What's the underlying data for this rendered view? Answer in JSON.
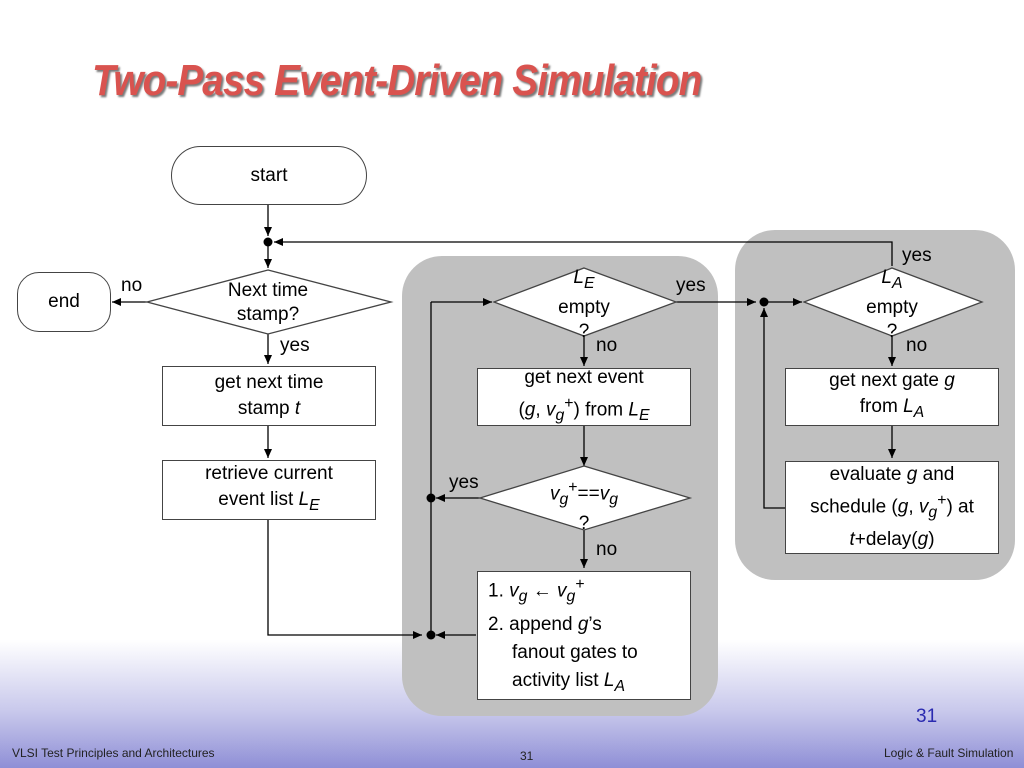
{
  "slide": {
    "title": "Two-Pass Event-Driven Simulation",
    "page_number": "31"
  },
  "flowchart": {
    "start": "start",
    "end": "end",
    "decision_time": {
      "line1": "Next  time",
      "line2": "stamp?"
    },
    "step_get_time": {
      "line1": "get next time",
      "line2_prefix": "stamp ",
      "line2_var": "t"
    },
    "step_retrieve": {
      "line1": "retrieve current",
      "line2_prefix": "event list ",
      "line2_var": "L",
      "line2_sub": "E"
    },
    "decision_le": {
      "var": "L",
      "sub": "E",
      "line2": "empty",
      "line3": "?"
    },
    "step_get_event": {
      "line1": "get next event",
      "line2_open": "(",
      "g": "g",
      "comma": ", ",
      "v": "v",
      "vsub": "g",
      "vsup": "+",
      "line2_close": ") from ",
      "L": "L",
      "Lsub": "E"
    },
    "decision_v": {
      "v1": "v",
      "v1sub": "g",
      "v1sup": "+",
      "eq": "==",
      "v2": "v",
      "v2sub": "g",
      "line2": "?"
    },
    "step_update": {
      "l1_num": "1. ",
      "l1_v": "v",
      "l1_vsub": "g",
      "l1_arrow": " ← ",
      "l1_v2": "v",
      "l1_v2sub": "g",
      "l1_v2sup": "+",
      "l2_num": "2. append ",
      "l2_g": "g",
      "l2_rest": "’s",
      "l3": "fanout gates to",
      "l4_prefix": "activity list ",
      "l4_L": "L",
      "l4_sub": "A"
    },
    "decision_la": {
      "var": "L",
      "sub": "A",
      "line2": "empty",
      "line3": "?"
    },
    "step_get_gate": {
      "line1_prefix": "get next gate ",
      "line1_g": "g",
      "line2_prefix": "from ",
      "line2_L": "L",
      "line2_sub": "A"
    },
    "step_evaluate": {
      "l1_prefix": "evaluate ",
      "l1_g": "g",
      "l1_suffix": " and",
      "l2_prefix": "schedule (",
      "l2_g": "g",
      "l2_comma": ", ",
      "l2_v": "v",
      "l2_vsub": "g",
      "l2_vsup": "+",
      "l2_suffix": ") at",
      "l3_t": "t",
      "l3_mid": "+delay(",
      "l3_g": "g",
      "l3_end": ")"
    },
    "labels": {
      "no_end": "no",
      "yes_time": "yes",
      "yes_le": "yes",
      "no_le": "no",
      "yes_v": "yes",
      "no_v": "no",
      "yes_la": "yes",
      "no_la": "no"
    }
  },
  "footer": {
    "left": "VLSI Test Principles and Architectures",
    "center": "31",
    "right": "Logic & Fault Simulation"
  },
  "colors": {
    "title": "#d9534f",
    "group_fill": "#c0c0c0",
    "page_number": "#2a2ab0"
  }
}
